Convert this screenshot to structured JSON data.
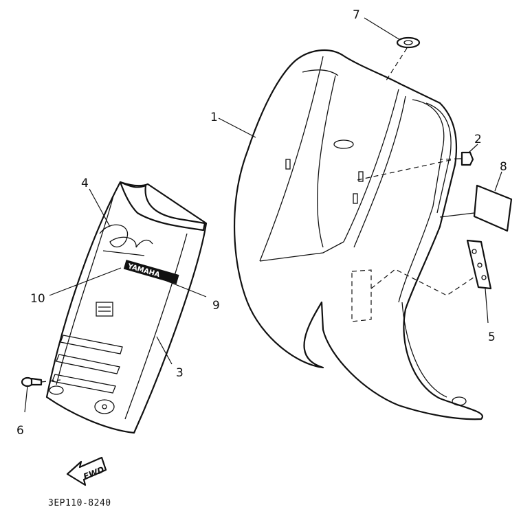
{
  "callouts": {
    "c1": "1",
    "c2": "2",
    "c3": "3",
    "c4": "4",
    "c5": "5",
    "c6": "6",
    "c7": "7",
    "c8": "8",
    "c9": "9",
    "c10": "10"
  },
  "fwd_label": "FWD",
  "drawing_code": "3EP110-8240",
  "brand_text": "YAMAHA"
}
